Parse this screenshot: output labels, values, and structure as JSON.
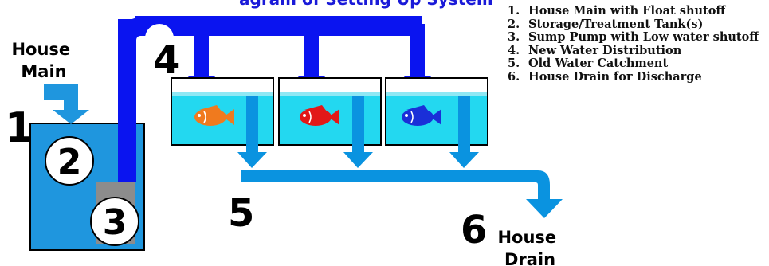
{
  "title_fragment": "agram of Setting Up System",
  "labels": {
    "house_main": "House\nMain",
    "house_drain": "House\nDrain"
  },
  "numbers": {
    "n1": "1",
    "n2": "2",
    "n3": "3",
    "n4": "4",
    "n5": "5",
    "n6": "6"
  },
  "legend": [
    {
      "num": "1.",
      "text": "House Main with Float shutoff"
    },
    {
      "num": "2.",
      "text": "Storage/Treatment Tank(s)"
    },
    {
      "num": "3.",
      "text": "Sump Pump with Low water shutoff"
    },
    {
      "num": "4.",
      "text": "New Water Distribution"
    },
    {
      "num": "5.",
      "text": "Old Water Catchment"
    },
    {
      "num": "6.",
      "text": "House Drain for Discharge"
    }
  ],
  "tanks": [
    {
      "fish_color": "#f07a1e"
    },
    {
      "fish_color": "#e21818"
    },
    {
      "fish_color": "#1a2fd8"
    }
  ],
  "colors": {
    "distribution_pipe": "#0a14f0",
    "catchment_pipe": "#0a93e0",
    "storage_tank": "#1f96de",
    "tank_water": "#23d8f0",
    "pump": "#8c8c8c",
    "title": "#1a1ad8"
  }
}
